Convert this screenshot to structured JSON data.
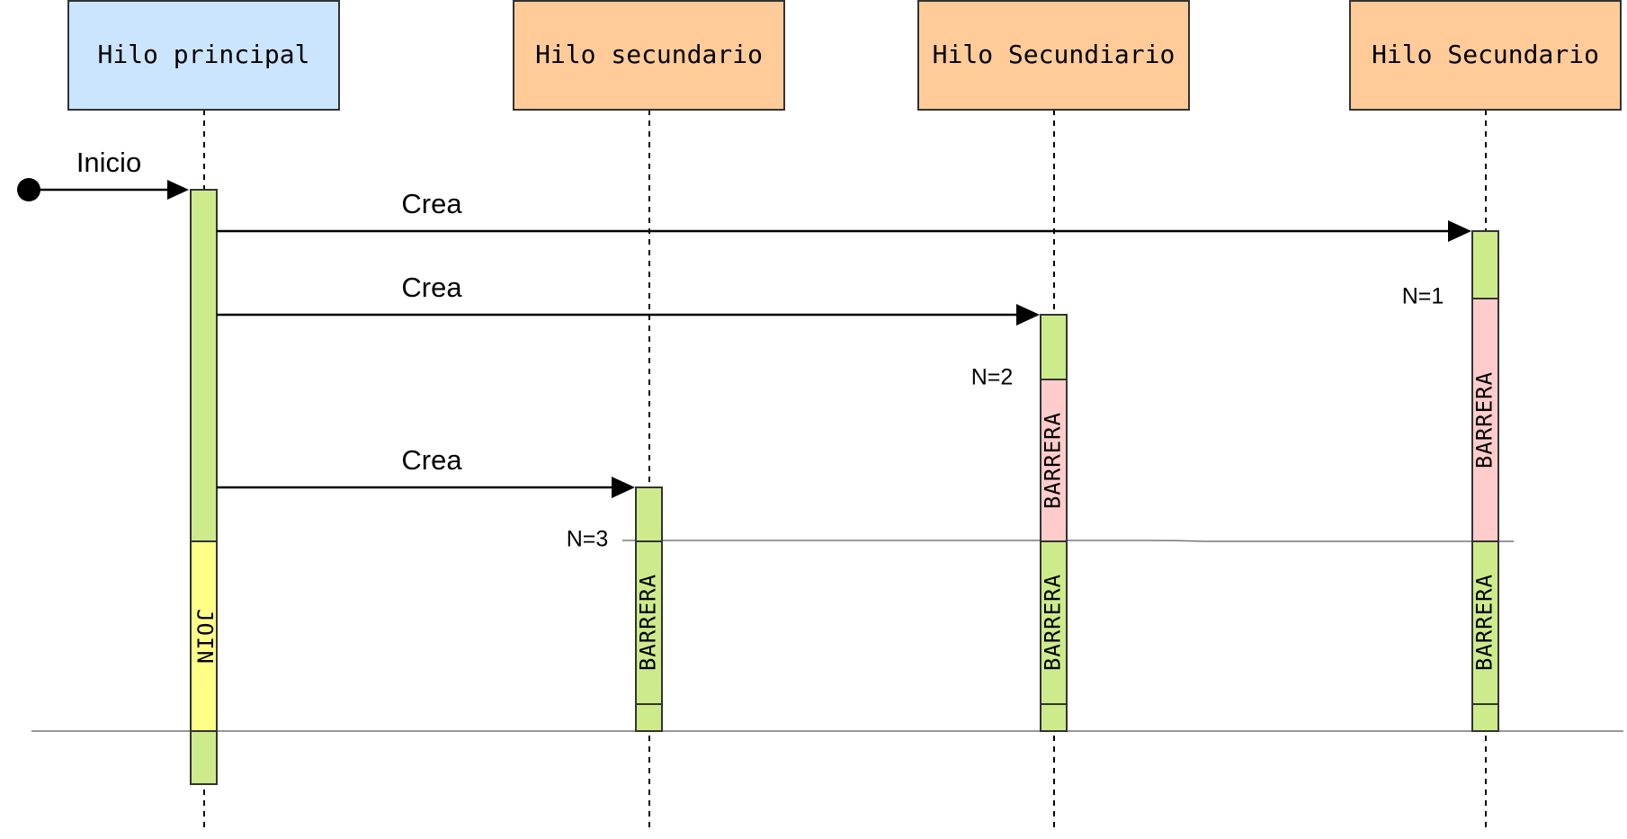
{
  "colors": {
    "main_head_fill": "#cce5ff",
    "secondary_head_fill": "#ffcc99",
    "active_fill": "#cdeb8b",
    "barrier_wait_fill": "#ffcccc",
    "join_fill": "#ffff88",
    "stroke": "#333333"
  },
  "lifelines": {
    "main": {
      "label": "Hilo principal"
    },
    "sec1": {
      "label": "Hilo secundario"
    },
    "sec2": {
      "label": "Hilo Secundiario"
    },
    "sec3": {
      "label": "Hilo Secundario"
    }
  },
  "messages": {
    "start": {
      "label": "Inicio"
    },
    "create_sec3": {
      "label": "Crea"
    },
    "create_sec2": {
      "label": "Crea"
    },
    "create_sec1": {
      "label": "Crea"
    }
  },
  "counters": {
    "sec3": "N=1",
    "sec2": "N=2",
    "sec1": "N=3"
  },
  "activations": {
    "join": "JOIN",
    "barrier": "BARRERA"
  }
}
